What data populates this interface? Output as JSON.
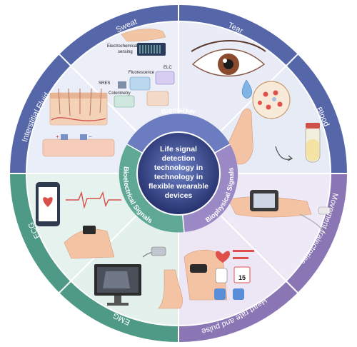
{
  "center": {
    "lines": [
      "Life signal",
      "detection",
      "technology in",
      "technology in",
      "flexible wearable",
      "devices"
    ]
  },
  "categories": {
    "biomarker": "Biomarker",
    "bioelectrical": "Bioelectrical Signals",
    "biophysical": "Biophysical Signals"
  },
  "segments": {
    "sweat": "Sweat",
    "tear": "Tear",
    "blood": "Blood",
    "movement": "Movement trajectories",
    "heart_rate": "Heart rate and pulse",
    "emg": "EMG",
    "ecg": "ECG",
    "interstitial": "Interstitial Fluid"
  },
  "annotations": {
    "electrochemical_1": "Electrochemical",
    "electrochemical_2": "sensing",
    "fluorescence": "Fluorescence",
    "elc": "ELC",
    "sres": "SRES",
    "colorimetry": "Colorimetry",
    "calendar_day": "15"
  },
  "colors": {
    "ring_biomarker": "#5567a8",
    "ring_bioelectric": "#4f9a86",
    "ring_biophysical": "#8a76b4",
    "sector_biomarker": "#e9edf7",
    "sector_bioelectric": "#e4f1ed",
    "sector_biophysical": "#ede8f6",
    "center_fill": "#2d3a7a"
  }
}
